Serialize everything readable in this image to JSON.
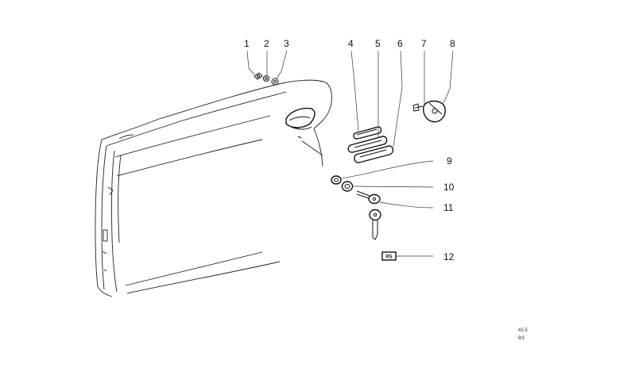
{
  "callouts": [
    "1",
    "2",
    "3",
    "4",
    "5",
    "6",
    "7",
    "8",
    "9",
    "10",
    "11",
    "12"
  ],
  "badge": "RS",
  "ref_code": [
    "41.5",
    "8/1"
  ]
}
